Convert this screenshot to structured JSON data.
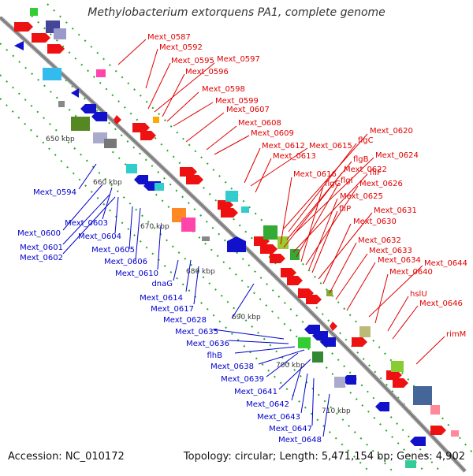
{
  "title": "Methylobacterium extorquens PA1, complete genome",
  "footer": {
    "accession": "Accession: NC_010172",
    "summary": "Topology: circular; Length: 5,471,154 bp; Genes: 4,902"
  },
  "colors": {
    "forward_label": "#e00000",
    "reverse_label": "#0000cc",
    "backbone": "#999999",
    "ticks": "#2a8a2a"
  },
  "scale_labels": [
    "650 kbp",
    "660 kbp",
    "670 kbp",
    "680 kbp",
    "690 kbp",
    "700 kbp",
    "710 kbp"
  ],
  "forward_genes": [
    "Mext_0587",
    "Mext_0592",
    "Mext_0595",
    "Mext_0597",
    "Mext_0596",
    "Mext_0598",
    "Mext_0599",
    "Mext_0607",
    "Mext_0608",
    "Mext_0609",
    "Mext_0612",
    "Mext_0615",
    "Mext_0613",
    "Mext_0620",
    "flgC",
    "flgB",
    "Mext_0624",
    "Mext_0616",
    "Mext_0622",
    "fliF",
    "flgI",
    "flgG",
    "Mext_0626",
    "Mext_0625",
    "fliP",
    "Mext_0631",
    "Mext_0630",
    "Mext_0632",
    "Mext_0633",
    "Mext_0634",
    "Mext_0644",
    "Mext_0640",
    "hslU",
    "Mext_0646",
    "rimM"
  ],
  "reverse_genes": [
    "Mext_0594",
    "Mext_0603",
    "Mext_0600",
    "Mext_0604",
    "Mext_0601",
    "Mext_0602",
    "Mext_0605",
    "Mext_0606",
    "Mext_0610",
    "dnaG",
    "Mext_0614",
    "Mext_0617",
    "Mext_0628",
    "Mext_0635",
    "Mext_0636",
    "flhB",
    "Mext_0638",
    "Mext_0639",
    "Mext_0641",
    "Mext_0642",
    "Mext_0643",
    "Mext_0647",
    "Mext_0648"
  ]
}
